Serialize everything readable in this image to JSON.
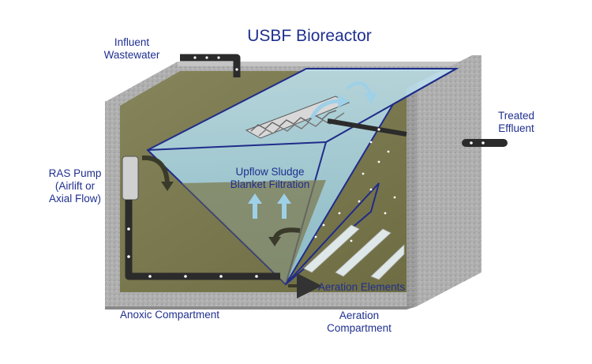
{
  "title": "USBF Bioreactor",
  "labels": {
    "influent_line1": "Influent",
    "influent_line2": "Wastewater",
    "treated_line1": "Treated",
    "treated_line2": "Effluent",
    "ras_line1": "RAS Pump",
    "ras_line2": "(Airlift or",
    "ras_line3": "Axial Flow)",
    "upflow_line1": "Upflow Sludge",
    "upflow_line2": "Blanket Filtration",
    "aeration_elements": "Aeration Elements",
    "anoxic": "Anoxic Compartment",
    "aeration_compartment_line1": "Aeration",
    "aeration_compartment_line2": "Compartment"
  },
  "colors": {
    "label_text": "#1f2f8f",
    "concrete": "#a9a9a9",
    "concrete_dark": "#8c8c8c",
    "sludge_water": "#7c7a4c",
    "clarifier_water": "#a6d7ea",
    "outline": "#1f2c8a",
    "pipe": "#2b2b2b",
    "arrow_blue": "#9ed0e8"
  }
}
